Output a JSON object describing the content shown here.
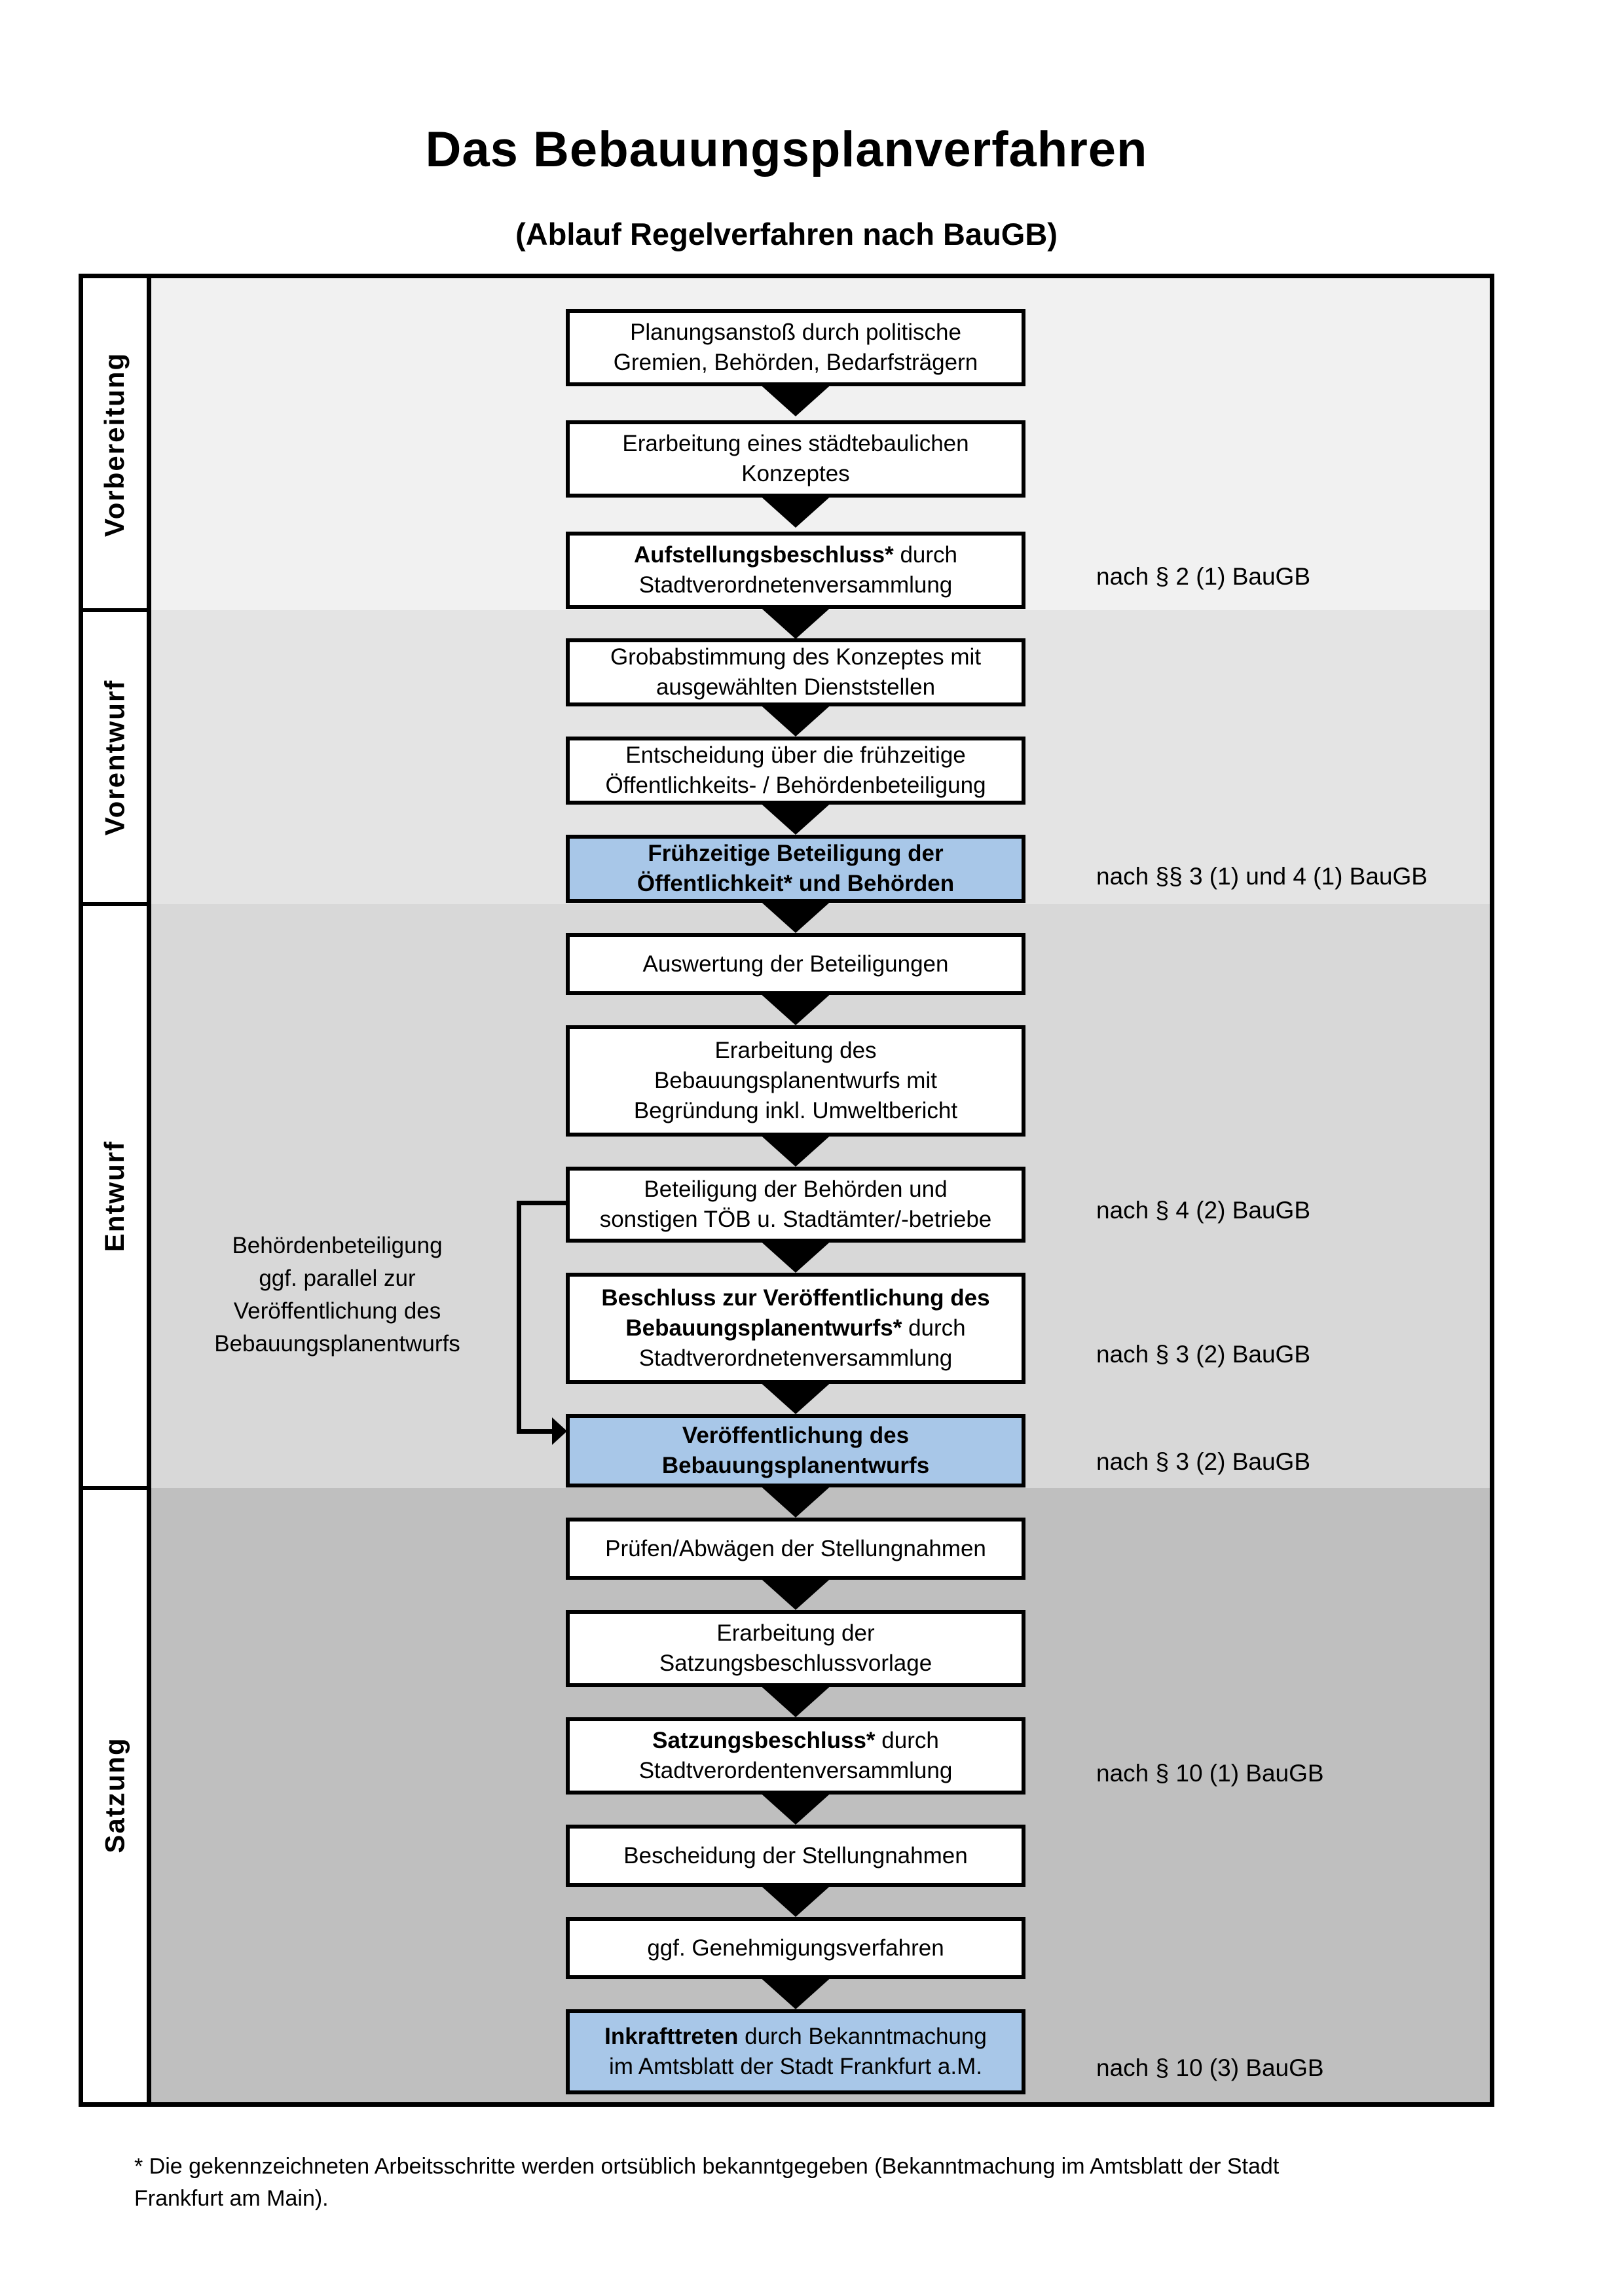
{
  "title": "Das Bebauungsplanverfahren",
  "subtitle": "(Ablauf Regelverfahren nach BauGB)",
  "colors": {
    "highlight_box": "#a8c7e8",
    "phase1_bg": "#f1f1f1",
    "phase2_bg": "#e4e4e4",
    "phase3_bg": "#d8d8d8",
    "phase4_bg": "#bfbfbf",
    "box_border": "#000000"
  },
  "phases": [
    {
      "label": "Vorbereitung"
    },
    {
      "label": "Vorentwurf"
    },
    {
      "label": "Entwurf"
    },
    {
      "label": "Satzung"
    }
  ],
  "boxes": [
    {
      "bold": "",
      "rest": "Planungsanstoß durch politische\nGremien, Behörden, Bedarfsträgern",
      "variant": "plain"
    },
    {
      "bold": "",
      "rest": "Erarbeitung eines städtebaulichen\nKonzeptes",
      "variant": "plain"
    },
    {
      "bold": "Aufstellungsbeschluss*",
      "rest": " durch\nStadtverordnetenversammlung",
      "variant": "plain"
    },
    {
      "bold": "",
      "rest": "Grobabstimmung des Konzeptes mit\nausgewählten Dienststellen",
      "variant": "plain"
    },
    {
      "bold": "",
      "rest": "Entscheidung über die frühzeitige\nÖffentlichkeits- / Behördenbeteiligung",
      "variant": "plain"
    },
    {
      "bold": "Frühzeitige Beteiligung der\nÖffentlichkeit* und Behörden",
      "rest": "",
      "variant": "highlight"
    },
    {
      "bold": "",
      "rest": "Auswertung der Beteiligungen",
      "variant": "plain"
    },
    {
      "bold": "",
      "rest": "Erarbeitung des\nBebauungsplanentwurfs mit\nBegründung inkl. Umweltbericht",
      "variant": "plain"
    },
    {
      "bold": "",
      "rest": "Beteiligung der Behörden und\nsonstigen TÖB u. Stadtämter/-betriebe",
      "variant": "plain"
    },
    {
      "bold": "Beschluss zur Veröffentlichung des\nBebauungsplanentwurfs*",
      "rest": " durch\nStadtverordnetenversammlung",
      "variant": "plain"
    },
    {
      "bold": "Veröffentlichung des\nBebauungsplanentwurfs",
      "rest": "",
      "variant": "highlight"
    },
    {
      "bold": "",
      "rest": "Prüfen/Abwägen der Stellungnahmen",
      "variant": "plain"
    },
    {
      "bold": "",
      "rest": "Erarbeitung der\nSatzungsbeschlussvorlage",
      "variant": "plain"
    },
    {
      "bold": "Satzungsbeschluss*",
      "rest": " durch\nStadtverordentenversammlung",
      "variant": "plain"
    },
    {
      "bold": "",
      "rest": "Bescheidung der Stellungnahmen",
      "variant": "plain"
    },
    {
      "bold": "",
      "rest": "ggf. Genehmigungsverfahren",
      "variant": "plain"
    },
    {
      "bold": "Inkrafttreten",
      "rest": " durch Bekanntmachung\nim Amtsblatt der Stadt Frankfurt a.M.",
      "variant": "highlight"
    }
  ],
  "annotations": [
    "nach § 2 (1) BauGB",
    "nach §§ 3 (1) und 4 (1) BauGB",
    "nach § 4 (2) BauGB",
    "nach § 3 (2) BauGB",
    "nach § 3 (2) BauGB",
    "nach § 10 (1) BauGB",
    "nach § 10 (3) BauGB"
  ],
  "side_note": "Behördenbeteiligung\nggf. parallel zur\nVeröffentlichung des\nBebauungsplanentwurfs",
  "footnote": "* Die gekennzeichneten Arbeitsschritte werden ortsüblich bekanntgegeben (Bekanntmachung im Amtsblatt  der Stadt\nFrankfurt am Main)."
}
